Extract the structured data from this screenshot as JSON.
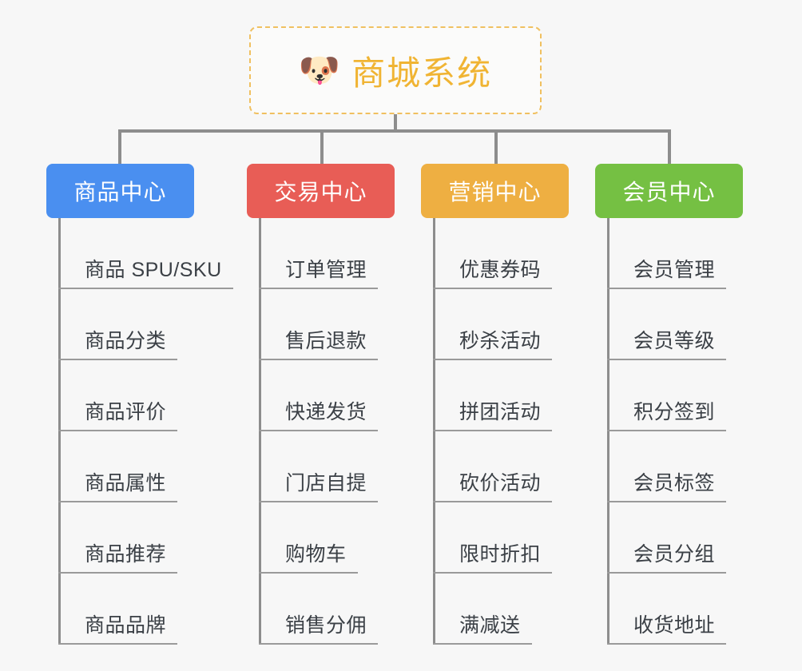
{
  "diagram": {
    "title": "商城系统",
    "background_color": "#f7f7f7",
    "line_color": "#8d8d8d",
    "root": {
      "icon": "shiba-dog-face-emoji",
      "icon_glyph": "🐶",
      "label": "商城系统",
      "text_color": "#f0b433",
      "border_color": "#f0c060",
      "border_style": "dashed",
      "background": "#fbfbfa"
    },
    "branches": [
      {
        "label": "商品中心",
        "color": "#4a8ff0",
        "text_color": "#ffffff",
        "leaves": [
          "商品 SPU/SKU",
          "商品分类",
          "商品评价",
          "商品属性",
          "商品推荐",
          "商品品牌"
        ]
      },
      {
        "label": "交易中心",
        "color": "#e85d56",
        "text_color": "#ffffff",
        "leaves": [
          "订单管理",
          "售后退款",
          "快递发货",
          "门店自提",
          "购物车",
          "销售分佣"
        ]
      },
      {
        "label": "营销中心",
        "color": "#eeaf42",
        "text_color": "#ffffff",
        "leaves": [
          "优惠券码",
          "秒杀活动",
          "拼团活动",
          "砍价活动",
          "限时折扣",
          "满减送"
        ]
      },
      {
        "label": "会员中心",
        "color": "#75c043",
        "text_color": "#ffffff",
        "leaves": [
          "会员管理",
          "会员等级",
          "积分签到",
          "会员标签",
          "会员分组",
          "收货地址"
        ]
      }
    ]
  }
}
